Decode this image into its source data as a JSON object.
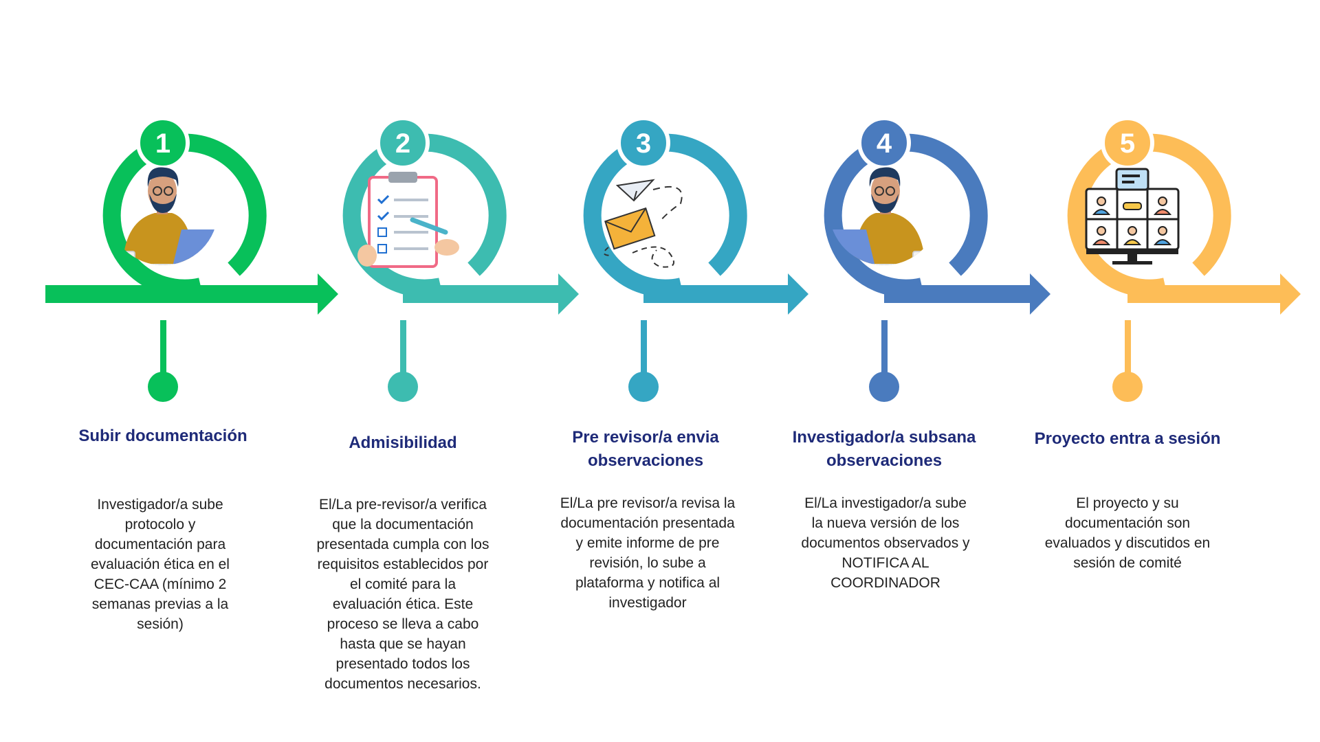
{
  "colors": {
    "step1": "#08c05a",
    "step2": "#3dbcb0",
    "step3": "#35a6c3",
    "step4": "#4a7bbe",
    "step5": "#fdbd57",
    "title": "#1e2a78",
    "text": "#222222"
  },
  "steps": [
    {
      "number": "1",
      "icon": "person-laptop-icon",
      "title": "Subir documentación",
      "description": "Investigador/a sube\nprotocolo y\ndocumentación para\nevaluación ética en el\nCEC-CAA (mínimo 2\nsemanas previas a la\nsesión)"
    },
    {
      "number": "2",
      "icon": "clipboard-checklist-icon",
      "title": "Admisibilidad",
      "description": "El/La pre-revisor/a verifica\nque la documentación\npresentada cumpla con los\nrequisitos establecidos por\nel comité para la\nevaluación ética. Este\nproceso se lleva a cabo\nhasta que se hayan\npresentado todos los\ndocumentos necesarios."
    },
    {
      "number": "3",
      "icon": "envelope-paper-plane-icon",
      "title": "Pre revisor/a envia observaciones",
      "description": "El/La pre revisor/a revisa la\ndocumentación presentada\ny emite informe de pre\nrevisión, lo sube a\nplataforma y notifica al\ninvestigador"
    },
    {
      "number": "4",
      "icon": "person-laptop-icon",
      "title": "Investigador/a subsana observaciones",
      "description": "El/La investigador/a sube\nla nueva versión de los\ndocumentos observados  y\nNOTIFICA AL\nCOORDINADOR"
    },
    {
      "number": "5",
      "icon": "video-conference-icon",
      "title": "Proyecto entra a sesión",
      "description": "El proyecto y su\ndocumentación son\nevaluados y discutidos en\nsesión de comité"
    }
  ]
}
